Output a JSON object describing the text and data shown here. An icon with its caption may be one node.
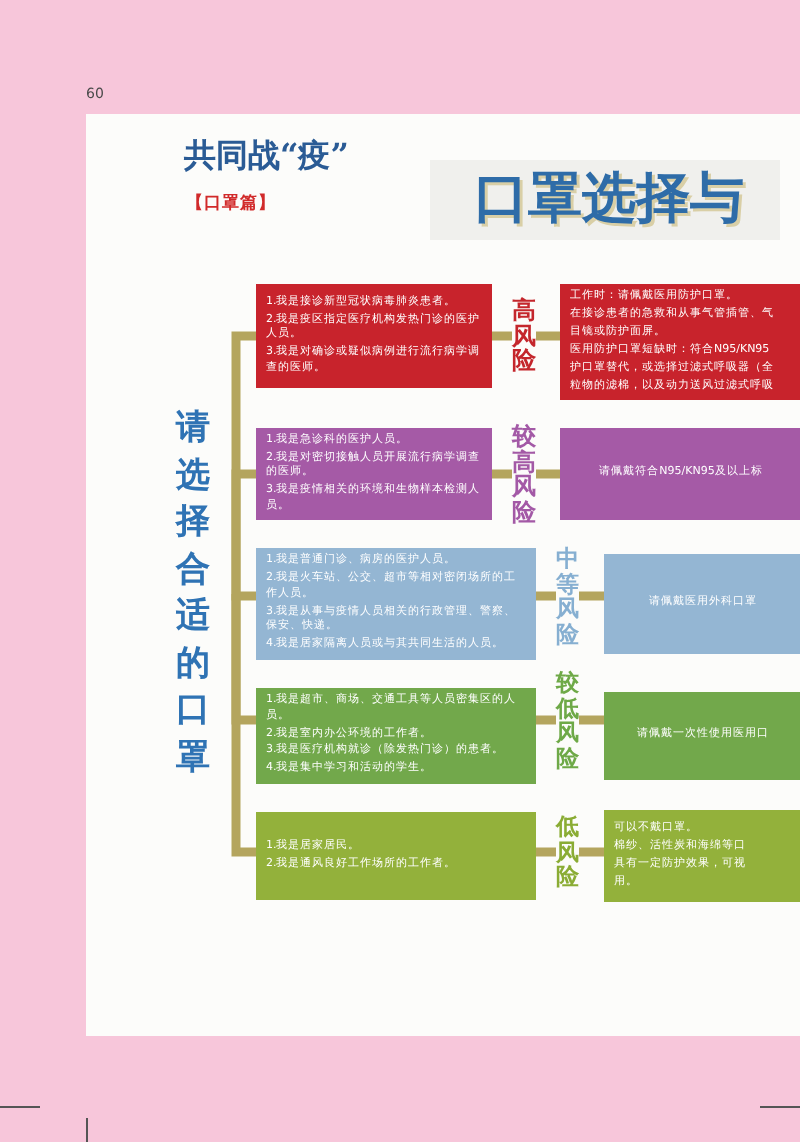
{
  "diagram": {
    "title": "口罩选择与",
    "nodes": [
      {
        "text": [
          "请选择合适的口罩"
        ]
      },
      {
        "text": [
          "1.我是接诊新型冠状病毒肺炎患者。",
          "2.我是疫区指定医疗机构发热门诊的医护人员。",
          "3.我是对确诊或疑似病例进行流行病学调查的医师。"
        ]
      },
      {
        "text": [
          "高风险"
        ]
      },
      {
        "text": [
          "工作时：请佩戴医用防护口罩。",
          "在接诊患者的急救和从事气管插管、气",
          "目镜或防护面屏。",
          "医用防护口罩短缺时：符合N95/KN95",
          "护口罩替代，或选择过滤式呼吸器（全",
          "粒物的滤棉，以及动力送风过滤式呼吸"
        ]
      },
      {
        "text": [
          "1.我是急诊科的医护人员。",
          "2.我是对密切接触人员开展流行病学调查的医师。",
          "3.我是疫情相关的环境和生物样本检测人员。"
        ]
      },
      {
        "text": [
          "较高风险"
        ]
      },
      {
        "text": [
          "请佩戴符合N95/KN95及以上标"
        ]
      },
      {
        "text": [
          "1.我是普通门诊、病房的医护人员。",
          "2.我是火车站、公交、超市等相对密闭场所的工作人员。",
          "3.我是从事与疫情人员相关的行政管理、警察、保安、快递。",
          "4.我是居家隔离人员或与其共同生活的人员。"
        ]
      },
      {
        "text": [
          "中等风险"
        ]
      },
      {
        "text": [
          "请佩戴医用外科口罩"
        ]
      },
      {
        "text": [
          "1.我是超市、商场、交通工具等人员密集区的人员。",
          "2.我是室内办公环境的工作者。",
          "3.我是医疗机构就诊（除发热门诊）的患者。",
          "4.我是集中学习和活动的学生。"
        ]
      },
      {
        "text": [
          "较低风险"
        ]
      },
      {
        "text": [
          "请佩戴一次性使用医用口"
        ]
      },
      {
        "text": [
          "1.我是居家居民。",
          "2.我是通风良好工作场所的工作者。"
        ]
      },
      {
        "text": [
          "低风险"
        ]
      },
      {
        "text": [
          "可以不戴口罩。",
          "棉纱、活性炭和海绵等口",
          "具有一定防护效果，可视",
          "用。"
        ]
      }
    ],
    "edges": [
      {
        "from": 0,
        "to": 1,
        "arrow": "none"
      },
      {
        "from": 1,
        "to": 2,
        "arrow": "none"
      },
      {
        "from": 2,
        "to": 3,
        "arrow": "none"
      },
      {
        "from": 0,
        "to": 4,
        "arrow": "none"
      },
      {
        "from": 4,
        "to": 5,
        "arrow": "none"
      },
      {
        "from": 5,
        "to": 6,
        "arrow": "none"
      },
      {
        "from": 0,
        "to": 7,
        "arrow": "none"
      },
      {
        "from": 7,
        "to": 8,
        "arrow": "none"
      },
      {
        "from": 8,
        "to": 9,
        "arrow": "none"
      },
      {
        "from": 0,
        "to": 10,
        "arrow": "none"
      },
      {
        "from": 10,
        "to": 11,
        "arrow": "none"
      },
      {
        "from": 11,
        "to": 12,
        "arrow": "none"
      },
      {
        "from": 0,
        "to": 13,
        "arrow": "none"
      },
      {
        "from": 13,
        "to": 14,
        "arrow": "none"
      },
      {
        "from": 14,
        "to": 15,
        "arrow": "none"
      }
    ],
    "labels": [
      "60",
      "共同战“疫”",
      "【口罩篇】"
    ]
  }
}
